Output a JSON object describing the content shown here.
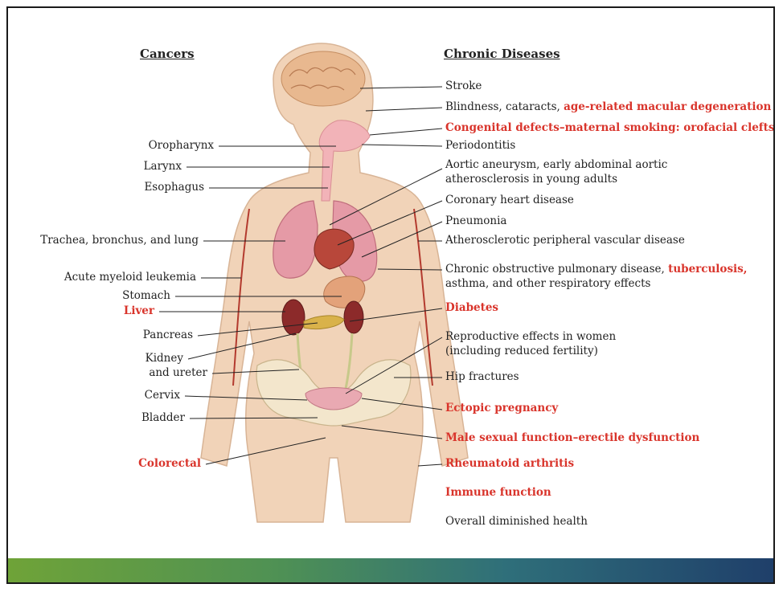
{
  "headings": {
    "cancers": "Cancers",
    "chronic": "Chronic Diseases"
  },
  "cancers": [
    {
      "text": "Oropharynx",
      "red": false
    },
    {
      "text": "Larynx",
      "red": false
    },
    {
      "text": "Esophagus",
      "red": false
    },
    {
      "text": "Trachea, bronchus, and lung",
      "red": false
    },
    {
      "text": "Acute myeloid leukemia",
      "red": false
    },
    {
      "text": "Stomach",
      "red": false
    },
    {
      "text": "Liver",
      "red": true
    },
    {
      "text": "Pancreas",
      "red": false
    },
    {
      "text": "Kidney",
      "red": false
    },
    {
      "text": "and ureter",
      "red": false
    },
    {
      "text": "Cervix",
      "red": false
    },
    {
      "text": "Bladder",
      "red": false
    },
    {
      "text": "Colorectal",
      "red": true
    }
  ],
  "chronic": {
    "stroke": "Stroke",
    "blindness_a": "Blindness, cataracts, ",
    "blindness_b": "age-related macular degeneration",
    "congenital": "Congenital defects–maternal smoking: orofacial clefts",
    "periodontitis": "Periodontitis",
    "aortic_1": "Aortic aneurysm, early abdominal aortic",
    "aortic_2": "atherosclerosis in young adults",
    "coronary": "Coronary heart disease",
    "pneumonia": "Pneumonia",
    "athero": "Atherosclerotic peripheral vascular disease",
    "copd_a": "Chronic obstructive pulmonary disease, ",
    "copd_b": "tuberculosis,",
    "copd_2": "asthma, and other respiratory effects",
    "diabetes": "Diabetes",
    "repro_1": "Reproductive effects in women",
    "repro_2": "(including reduced fertility)",
    "hip": "Hip fractures",
    "ectopic": "Ectopic pregnancy",
    "male": "Male sexual function–erectile dysfunction",
    "rheum": "Rheumatoid arthritis",
    "immune": "Immune function",
    "overall": "Overall diminished health"
  },
  "colors": {
    "red_label": "#d9342b",
    "skin": "#f1d3b8",
    "lung": "#e59aa6",
    "brain": "#e8b88f",
    "bar_start": "#6fa338",
    "bar_end": "#1f3f6a"
  }
}
